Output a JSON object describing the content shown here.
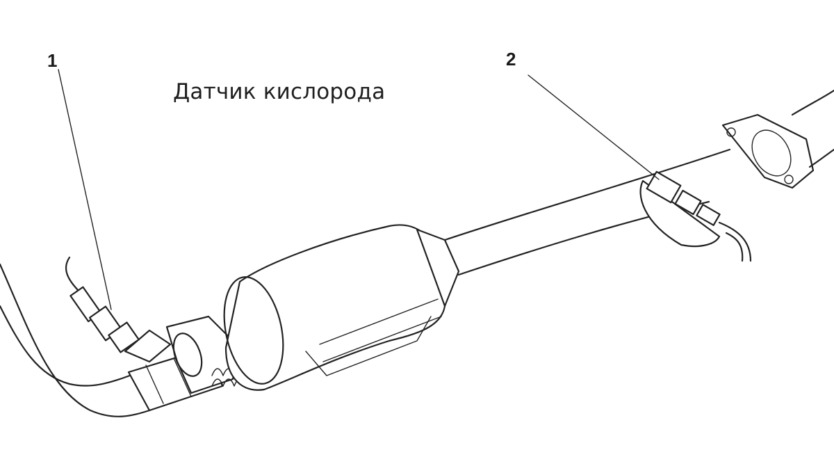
{
  "caption": "Датчик кислорода",
  "callouts": [
    {
      "id": "1"
    },
    {
      "id": "2"
    }
  ],
  "colors": {
    "line": "#222222",
    "background": "#ffffff",
    "text": "#1f1f1f"
  }
}
